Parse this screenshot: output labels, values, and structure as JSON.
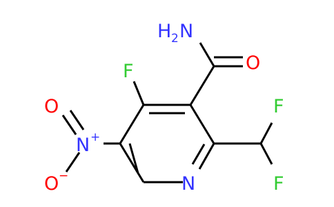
{
  "structure": {
    "atoms": {
      "amide_n": "H",
      "amide_n_sub": "2",
      "amide_n_main": "N",
      "amide_o": "O",
      "ring_f": "F",
      "ring_n": "N",
      "chf2_f_top": "F",
      "chf2_f_bottom": "F",
      "nitro_n": "N",
      "nitro_n_charge": "+",
      "nitro_o_top": "O",
      "nitro_o_bottom": "O",
      "nitro_o_charge": "−"
    },
    "colors": {
      "bond": "#000000",
      "nitrogen": "#3333ff",
      "oxygen": "#ff0000",
      "fluorine": "#33cc33"
    }
  }
}
